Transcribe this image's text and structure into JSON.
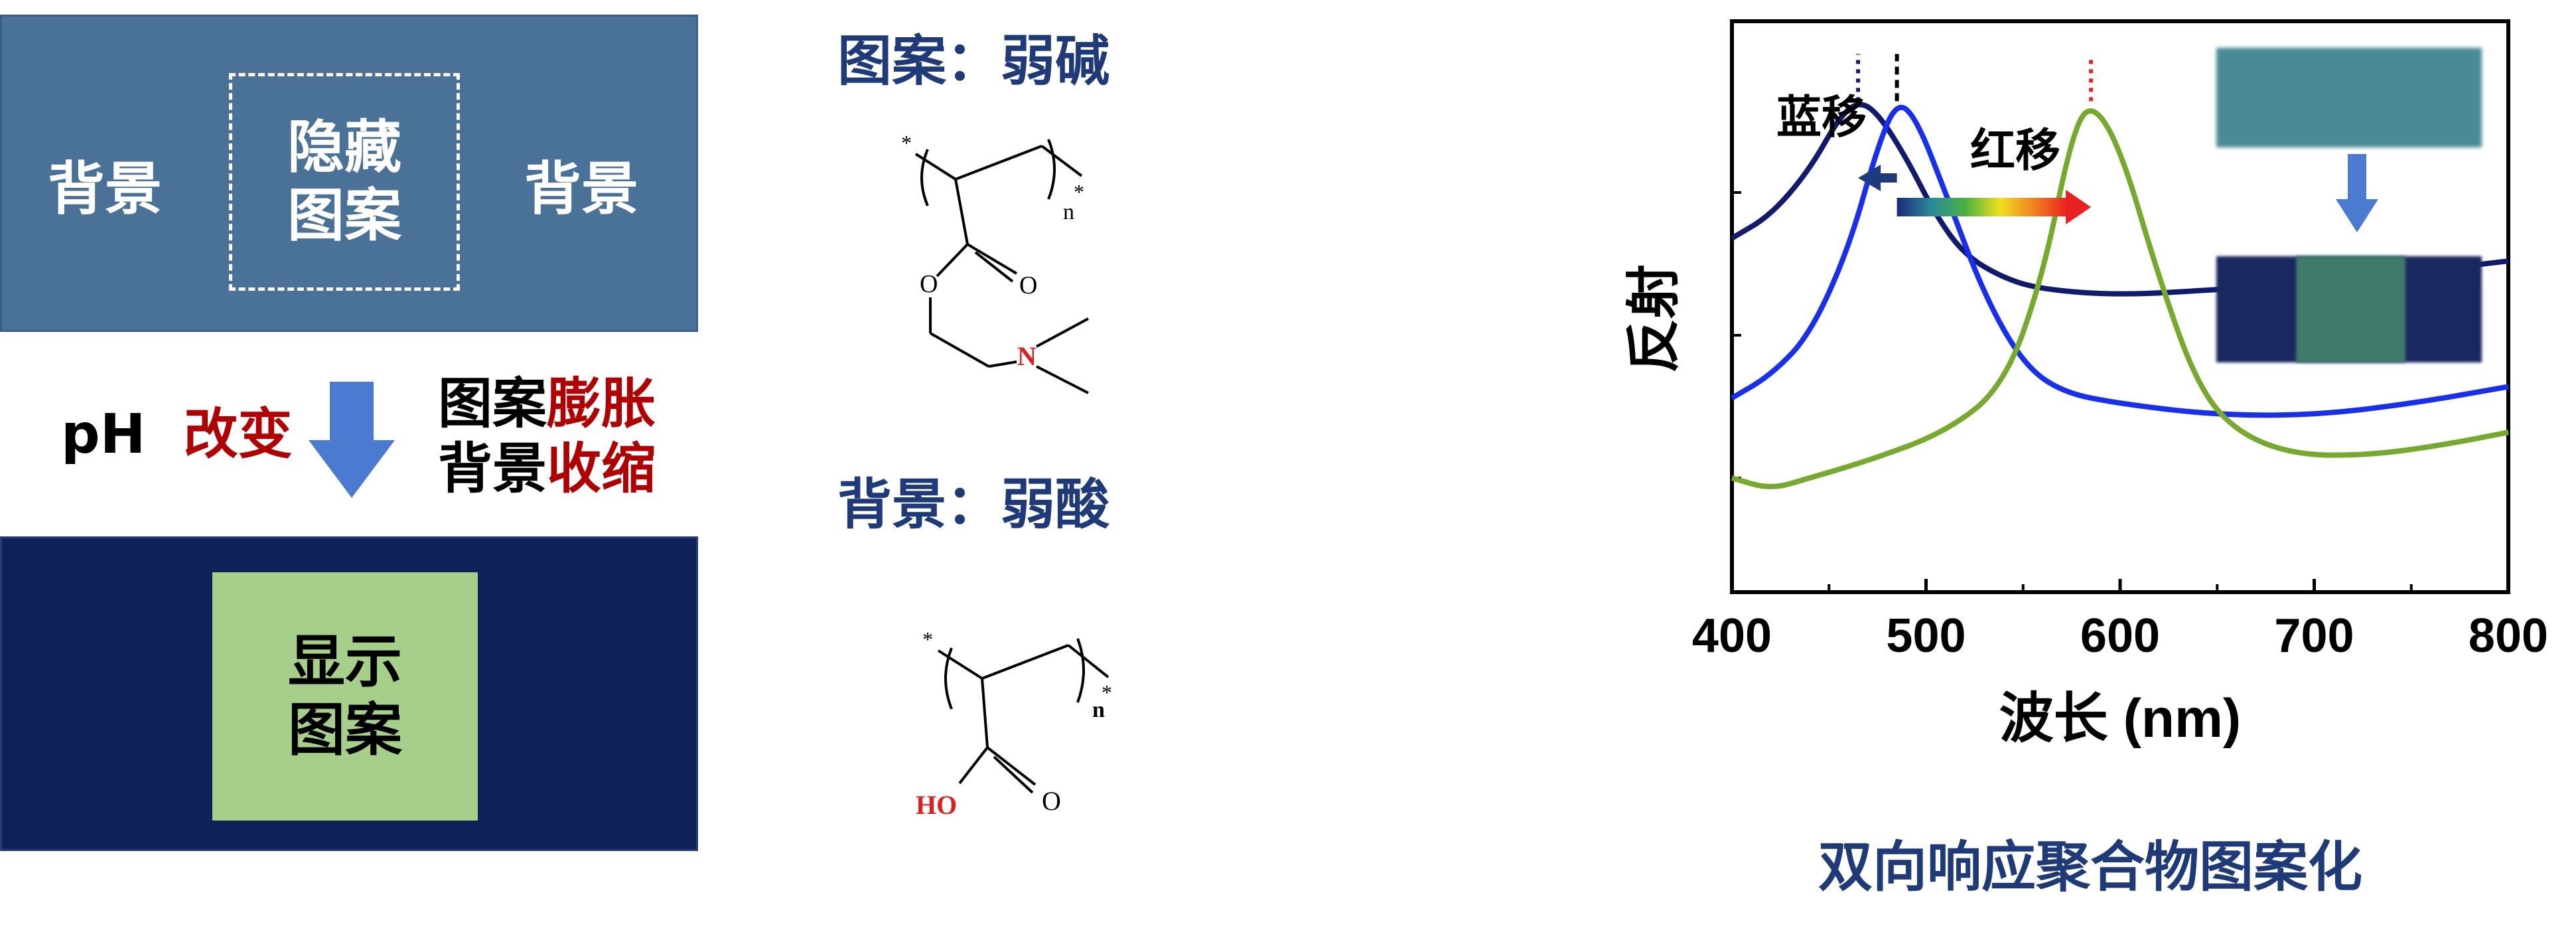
{
  "left": {
    "top_panel": {
      "background_left": "背景",
      "hidden_pattern": [
        "隐藏",
        "图案"
      ],
      "background_right": "背景",
      "color": "#4a7298"
    },
    "middle": {
      "ph": "pH",
      "change": "改变",
      "pattern_label": "图案",
      "swell": "膨胀",
      "background_label": "背景",
      "shrink": "收缩",
      "arrow_color": "#4a7bd0"
    },
    "bottom_panel": {
      "display_pattern": [
        "显示",
        "图案"
      ],
      "color": "#0d2358",
      "inner_color": "#a6cf8a"
    }
  },
  "chemistry": {
    "pattern_title": "图案：弱碱",
    "background_title": "背景：弱酸",
    "base": {
      "star": "*",
      "n": "n",
      "O1": "O",
      "O2": "O",
      "N": "N"
    },
    "acid": {
      "star": "*",
      "n": "n",
      "HO": "HO",
      "O": "O"
    }
  },
  "chart_data": {
    "type": "line",
    "xlabel": "波长 (nm)",
    "ylabel": "反射",
    "xlim": [
      400,
      800
    ],
    "x_ticks": [
      "400",
      "500",
      "600",
      "700",
      "800"
    ],
    "annotations": {
      "blue_shift": "蓝移",
      "red_shift": "红移"
    },
    "series": [
      {
        "color": "#101a6e",
        "points": [
          [
            400,
            0.62
          ],
          [
            420,
            0.66
          ],
          [
            440,
            0.74
          ],
          [
            455,
            0.83
          ],
          [
            465,
            0.86
          ],
          [
            475,
            0.84
          ],
          [
            490,
            0.76
          ],
          [
            505,
            0.66
          ],
          [
            520,
            0.59
          ],
          [
            540,
            0.55
          ],
          [
            560,
            0.53
          ],
          [
            600,
            0.52
          ],
          [
            650,
            0.53
          ],
          [
            700,
            0.54
          ],
          [
            750,
            0.56
          ],
          [
            800,
            0.58
          ]
        ]
      },
      {
        "color": "#1830ee",
        "points": [
          [
            400,
            0.34
          ],
          [
            420,
            0.38
          ],
          [
            440,
            0.45
          ],
          [
            460,
            0.6
          ],
          [
            475,
            0.78
          ],
          [
            485,
            0.86
          ],
          [
            495,
            0.83
          ],
          [
            510,
            0.7
          ],
          [
            530,
            0.52
          ],
          [
            550,
            0.4
          ],
          [
            570,
            0.35
          ],
          [
            600,
            0.33
          ],
          [
            650,
            0.31
          ],
          [
            700,
            0.31
          ],
          [
            750,
            0.33
          ],
          [
            800,
            0.36
          ]
        ]
      },
      {
        "color": "#76aa2e",
        "points": [
          [
            400,
            0.2
          ],
          [
            420,
            0.18
          ],
          [
            440,
            0.2
          ],
          [
            470,
            0.23
          ],
          [
            510,
            0.28
          ],
          [
            540,
            0.36
          ],
          [
            560,
            0.55
          ],
          [
            575,
            0.8
          ],
          [
            585,
            0.86
          ],
          [
            600,
            0.78
          ],
          [
            620,
            0.55
          ],
          [
            640,
            0.36
          ],
          [
            660,
            0.28
          ],
          [
            690,
            0.24
          ],
          [
            730,
            0.24
          ],
          [
            770,
            0.26
          ],
          [
            800,
            0.28
          ]
        ]
      }
    ],
    "peaks": {
      "dark_navy": 465,
      "blue": 485,
      "green": 585
    }
  },
  "photos": {
    "top_color": "#4a8a95",
    "bottom_dark": "#1a2860",
    "bottom_pattern": "#3f7a6a"
  },
  "caption": "双向响应聚合物图案化"
}
